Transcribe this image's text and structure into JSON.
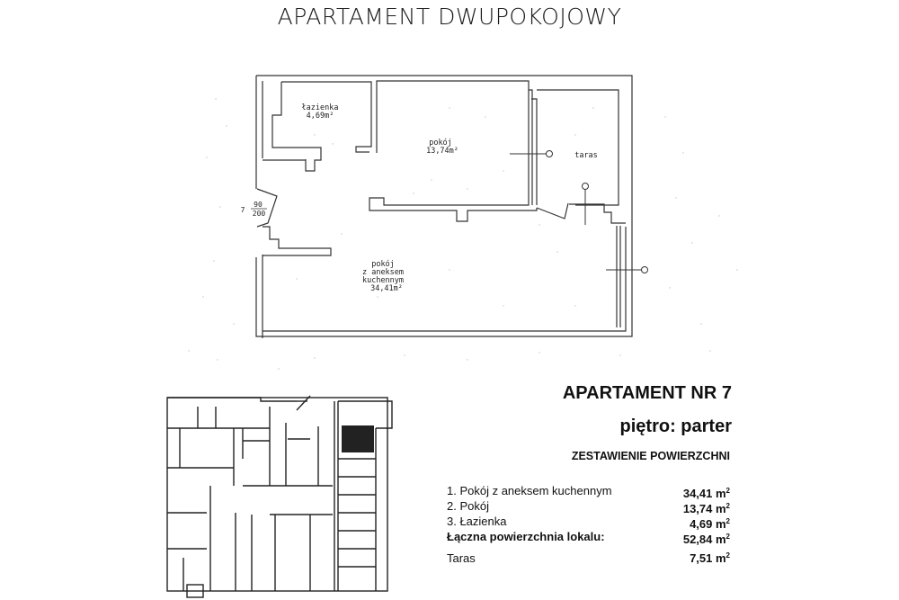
{
  "document": {
    "title": "APARTAMENT DWUPOKOJOWY"
  },
  "floor_plan": {
    "rooms": [
      {
        "name": "łazienka",
        "area": "4,69m²"
      },
      {
        "name": "pokój",
        "area": "13,74m²"
      },
      {
        "name": "taras",
        "area": ""
      },
      {
        "name_line1": "pokój",
        "name_line2": "z aneksem",
        "name_line3": "kuchennym",
        "area": "34,41m²"
      }
    ],
    "door": {
      "number": "7",
      "width": "90",
      "height": "200"
    }
  },
  "info": {
    "apartment_title": "APARTAMENT NR 7",
    "floor_label": "piętro: parter",
    "summary_heading": "ZESTAWIENIE POWIERZCHNI"
  },
  "areas": {
    "rows": [
      {
        "label": "1. Pokój z aneksem kuchennym",
        "value": "34,41 m",
        "unit_exp": "2"
      },
      {
        "label": "2. Pokój",
        "value": "13,74 m",
        "unit_exp": "2"
      },
      {
        "label": "3. Łazienka",
        "value": "4,69 m",
        "unit_exp": "2"
      }
    ],
    "total": {
      "label": "Łączna powierzchnia lokalu:",
      "value": "52,84 m",
      "unit_exp": "2"
    },
    "terrace": {
      "label": "Taras",
      "value": "7,51 m",
      "unit_exp": "2"
    }
  }
}
